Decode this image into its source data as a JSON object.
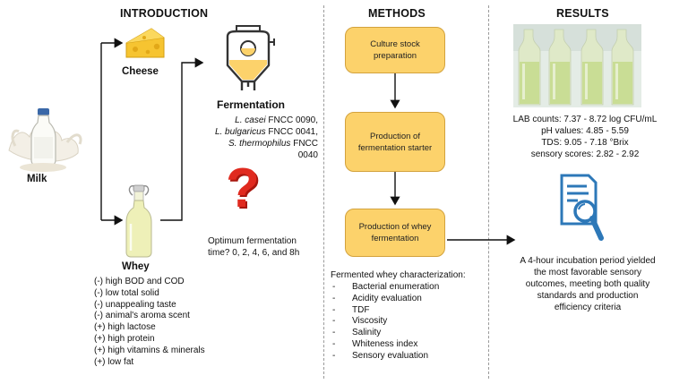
{
  "introduction": {
    "heading": "INTRODUCTION",
    "milk_label": "Milk",
    "cheese_label": "Cheese",
    "whey_label": "Whey",
    "fermentation_label": "Fermentation",
    "strains": [
      {
        "name": "L. casei",
        "code": "FNCC 0090,"
      },
      {
        "name": "L. bulgaricus",
        "code": "FNCC 0041,"
      },
      {
        "name": "S. thermophilus",
        "code": "FNCC 0040"
      }
    ],
    "question_mark": "?",
    "optimum_line1": "Optimum fermentation",
    "optimum_line2": "time? 0, 2, 4, 6, and 8h",
    "whey_properties": [
      "(-) high BOD and COD",
      "(-) low total solid",
      "(-) unappealing taste",
      "(-) animal's aroma scent",
      "(+) high lactose",
      "(+) high protein",
      "(+) high vitamins & minerals",
      "(+) low fat"
    ]
  },
  "methods": {
    "heading": "METHODS",
    "steps": [
      {
        "line1": "Culture stock",
        "line2": "preparation"
      },
      {
        "line1": "Production of",
        "line2": "fermentation starter"
      },
      {
        "line1": "Production of whey",
        "line2": "fermentation"
      }
    ],
    "characterization_title": "Fermented whey characterization:",
    "characterization_items": [
      "Bacterial enumeration",
      "Acidity evaluation",
      "TDF",
      "Viscosity",
      "Salinity",
      "Whiteness index",
      "Sensory evaluation"
    ]
  },
  "results": {
    "heading": "RESULTS",
    "metrics": [
      "LAB counts: 7.37 - 8.72 log CFU/mL",
      "pH values: 4.85 - 5.59",
      "TDS:  9.05 - 7.18 °Brix",
      "sensory scores: 2.82 - 2.92"
    ],
    "conclusion": [
      "A 4-hour incubation period yielded",
      "the most favorable sensory",
      "outcomes, meeting both quality",
      "standards and production",
      "efficiency criteria"
    ]
  },
  "colors": {
    "box_fill": "#fcd26b",
    "box_border": "#d3a23d",
    "question_red": "#e02a1f",
    "icon_blue": "#2d78b8",
    "cheese_yellow": "#f6c431",
    "whey_liquid": "#eef0b8"
  },
  "icons": [
    "milk-splash-icon",
    "cheese-icon",
    "whey-bottle-icon",
    "fermenter-tank-icon",
    "question-icon",
    "report-search-icon",
    "sample-bottles-photo"
  ]
}
